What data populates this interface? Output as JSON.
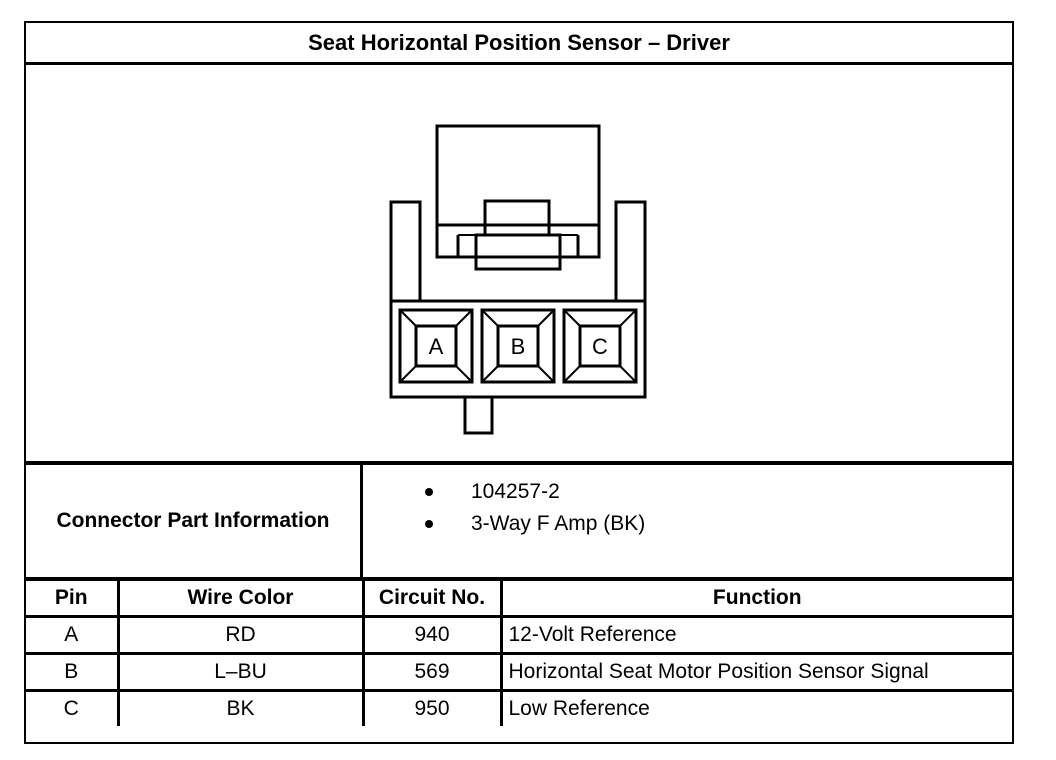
{
  "title": "Seat Horizontal Position Sensor – Driver",
  "connector": {
    "pin_labels": [
      "A",
      "B",
      "C"
    ]
  },
  "part_info": {
    "label": "Connector Part Information",
    "items": [
      "104257-2",
      "3-Way F Amp (BK)"
    ]
  },
  "pin_table": {
    "headers": [
      "Pin",
      "Wire Color",
      "Circuit No.",
      "Function"
    ],
    "rows": [
      [
        "A",
        "RD",
        "940",
        "12-Volt Reference"
      ],
      [
        "B",
        "L–BU",
        "569",
        "Horizontal Seat Motor Position Sensor Signal"
      ],
      [
        "C",
        "BK",
        "950",
        "Low Reference"
      ]
    ]
  }
}
